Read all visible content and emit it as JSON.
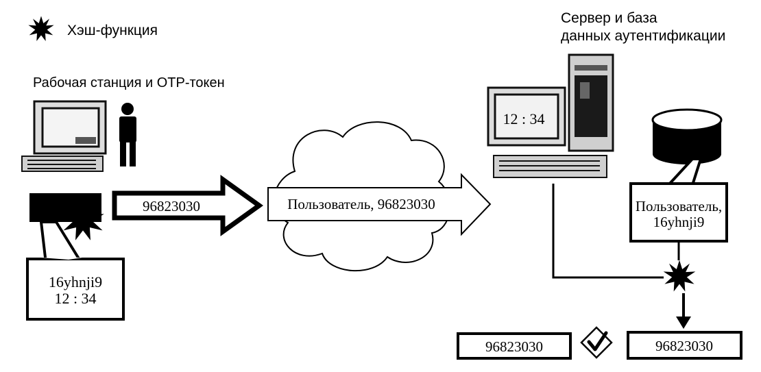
{
  "legend": {
    "hash_label": "Хэш-функция"
  },
  "client": {
    "title": "Рабочая станция и ОТР-токен",
    "token_secret": "16yhnji9",
    "token_time": "12 : 34"
  },
  "transmission": {
    "sent_code": "96823030",
    "network_message": "Пользователь, 96823030"
  },
  "server": {
    "title_line1": "Сервер и база",
    "title_line2": "данных аутентификации",
    "clock": "12 : 34",
    "db_record_line1": "Пользователь,",
    "db_record_line2": "16yhnji9"
  },
  "verification": {
    "received_code": "96823030",
    "computed_code": "96823030",
    "check_icon": "checkmark-diamond-icon"
  },
  "icons": {
    "hash": "starburst-icon",
    "workstation": "computer-icon",
    "user": "person-icon",
    "token": "token-device-icon",
    "network": "cloud-icon",
    "server": "server-tower-icon",
    "database": "database-cylinder-icon"
  }
}
